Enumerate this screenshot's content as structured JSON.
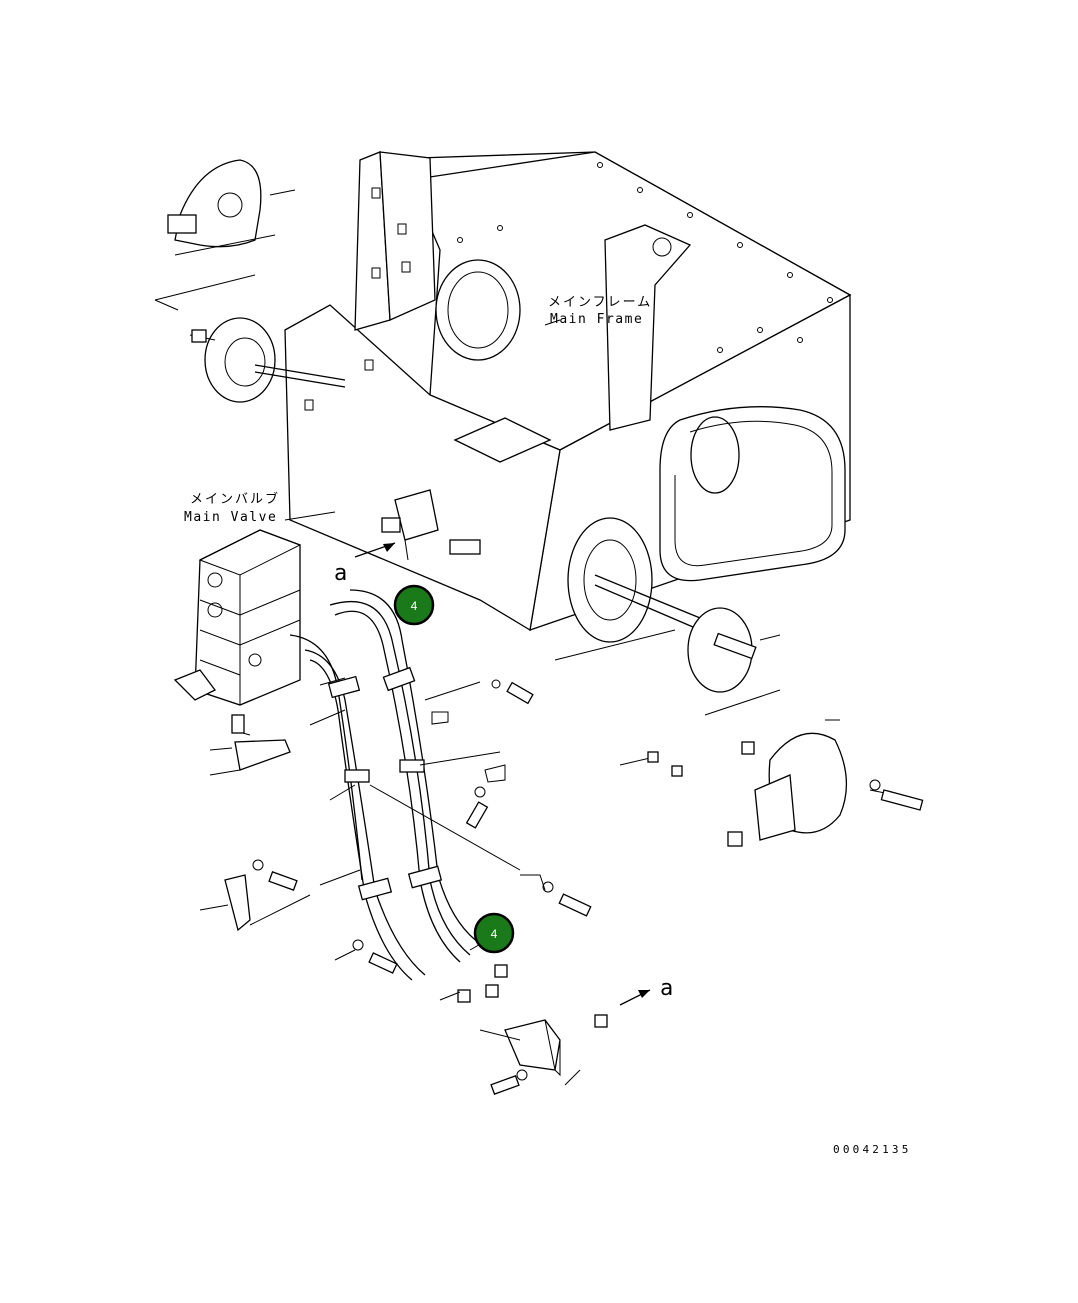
{
  "labels": {
    "main_frame_jp": "メインフレーム",
    "main_frame_en": "Main Frame",
    "main_valve_jp": "メインバルブ",
    "main_valve_en": "Main Valve",
    "view_marker_top": "a",
    "view_marker_bottom": "a",
    "drawing_number": "00042135"
  },
  "callouts": [
    {
      "label": "4"
    },
    {
      "label": "4"
    }
  ],
  "colors": {
    "callout_fill": "#1a7a1a",
    "callout_stroke": "#000000",
    "line": "#000000",
    "background": "#ffffff"
  }
}
